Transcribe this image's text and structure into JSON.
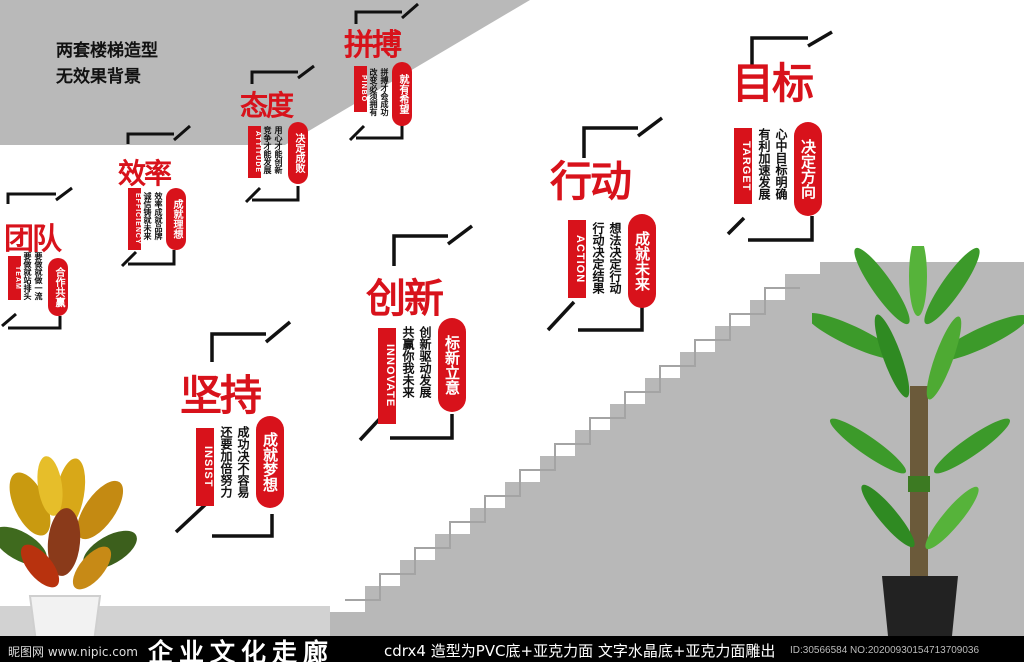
{
  "note": {
    "line1": "两套楼梯造型",
    "line2": "无效果背景"
  },
  "panels": [
    {
      "id": "team",
      "title": "团队",
      "eng": "TEAM",
      "desc": [
        "要做就做一流",
        "要做就站排头"
      ],
      "badge": "合作共赢"
    },
    {
      "id": "efficiency",
      "title": "效率",
      "eng": "EFFICIENCY",
      "desc": [
        "效率成就品牌",
        "诚信铸就未来"
      ],
      "badge": "成就理想"
    },
    {
      "id": "attitude",
      "title": "态度",
      "eng": "ATTITUDE",
      "desc": [
        "用心才能创新",
        "竞争才能发展"
      ],
      "badge": "决定成败"
    },
    {
      "id": "pinbo",
      "title": "拼搏",
      "eng": "PINBO",
      "desc": [
        "拼搏才会成功",
        "改变必须拥有"
      ],
      "badge": "就有希望"
    },
    {
      "id": "insist",
      "title": "坚持",
      "eng": "INSIST",
      "desc": [
        "成功决不容易",
        "还要加倍努力"
      ],
      "badge": "成就梦想"
    },
    {
      "id": "innovate",
      "title": "创新",
      "eng": "INNOVATE",
      "desc": [
        "创新驱动发展",
        "共赢你我未来"
      ],
      "badge": "标新立意"
    },
    {
      "id": "action",
      "title": "行动",
      "eng": "ACTION",
      "desc": [
        "想法决定行动",
        "行动决定结果"
      ],
      "badge": "成就未来"
    },
    {
      "id": "target",
      "title": "目标",
      "eng": "TARGET",
      "desc": [
        "心中目标明确",
        "有利加速发展"
      ],
      "badge": "决定方向"
    }
  ],
  "footer": {
    "watermark": "昵图网 www.nipic.com",
    "title": "企业文化走廊",
    "spec": "cdrx4 造型为PVC底+亚克力面 文字水晶底+亚克力面雕出",
    "image_id": "ID:30566584 NO:20200930154713709036"
  },
  "colors": {
    "accent": "#d8121b",
    "wall_gray": "#b8b8b8",
    "frame": "#111111"
  }
}
